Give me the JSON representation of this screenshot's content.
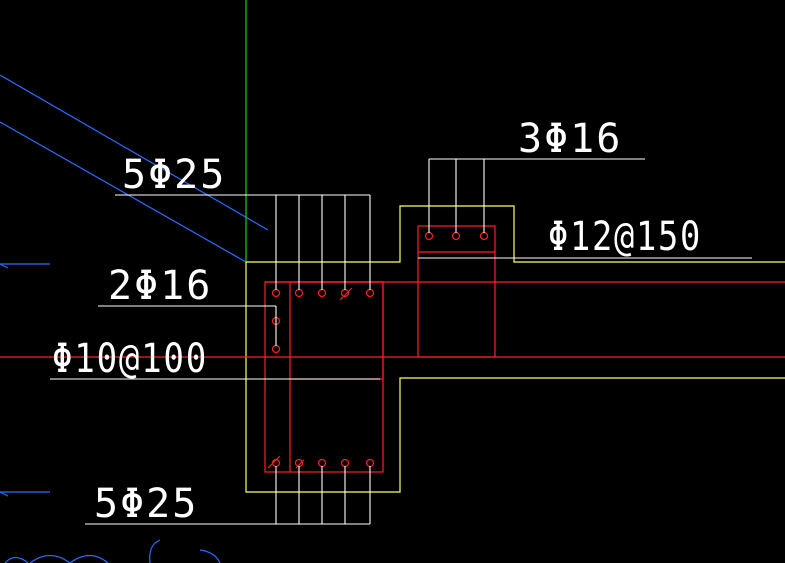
{
  "labels": {
    "top_beam_bars": "5Φ25",
    "side_bars": "2Φ16",
    "beam_stirrup": "Φ10@100",
    "bottom_beam_bars": "5Φ25",
    "slab_rebar_count": "3Φ16",
    "slab_stirrup": "Φ12@150"
  },
  "colors": {
    "background": "#000000",
    "outline": "#ffff66",
    "rebar": "#ff2020",
    "leader": "#ffffff",
    "axis": "#22cc22",
    "hatch": "#2a6cff"
  }
}
